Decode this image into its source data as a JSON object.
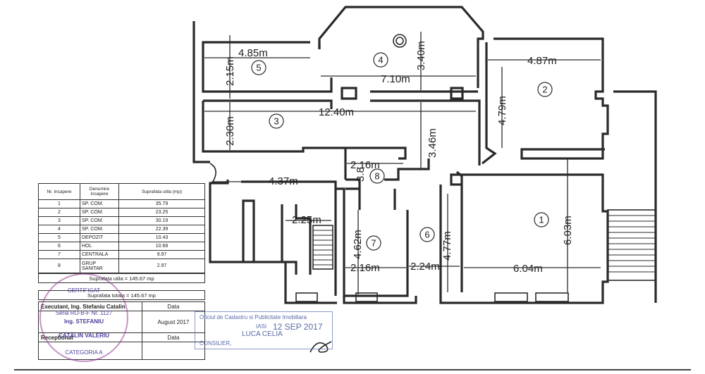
{
  "dimensions": {
    "d1": "4.85m",
    "d2": "2.15m",
    "d3": "7.10m",
    "d4": "3.40m",
    "d5": "4.87m",
    "d6": "4.79m",
    "d7": "12.40m",
    "d8": "2.30m",
    "d9": "3.46m",
    "d10": "2.16m",
    "d11": "3.8",
    "d12": "4.37m",
    "d13": "2.25m",
    "d14": "4.62m",
    "d15": "2.16m",
    "d16": "2.24m",
    "d17": "4.77m",
    "d18": "6.04m",
    "d19": "6.03m"
  },
  "rooms": [
    "1",
    "2",
    "3",
    "4",
    "5",
    "6",
    "7",
    "8"
  ],
  "table": {
    "headers": [
      "Nr. incapere",
      "Denumire incapere",
      "Suprafata utila (mp)"
    ],
    "rows": [
      {
        "nr": "1",
        "name": "SP. COM.",
        "area": "35.79"
      },
      {
        "nr": "2",
        "name": "SP. COM.",
        "area": "23.25"
      },
      {
        "nr": "3",
        "name": "SP. COM.",
        "area": "30.19"
      },
      {
        "nr": "4",
        "name": "SP. COM.",
        "area": "22.39"
      },
      {
        "nr": "5",
        "name": "DEPOZIT",
        "area": "10.43"
      },
      {
        "nr": "6",
        "name": "HOL",
        "area": "10.68"
      },
      {
        "nr": "7",
        "name": "CENTRALA",
        "area": "9.97"
      },
      {
        "nr": "8",
        "name": "GRUP SANITAR",
        "area": "2.97"
      }
    ],
    "total_utila": "Suprafata utila = 145.67 mp",
    "total_totala": "Suprafata totala = 145.67 mp"
  },
  "signature": {
    "executant": "Executant, Ing. Stefaniu Catalin",
    "data_label": "Data",
    "date": "August 2017",
    "receptionat": "Receptionat",
    "data_label2": "Data"
  },
  "stamps": {
    "round_1": "CERTIFICAT",
    "round_2": "Seria RO-B-F Nr. 1127",
    "round_3": "Ing. STEFANIU",
    "round_4": "CĂTĂLIN VALERIU",
    "round_5": "CATEGORIA A",
    "office_1": "Oficiul de Cadastru si Publicitate Imobiliara",
    "office_2": "IASI",
    "office_3": "12 SEP 2017",
    "office_4": "CONSILIER,",
    "office_5": "LUCA CELIA"
  }
}
